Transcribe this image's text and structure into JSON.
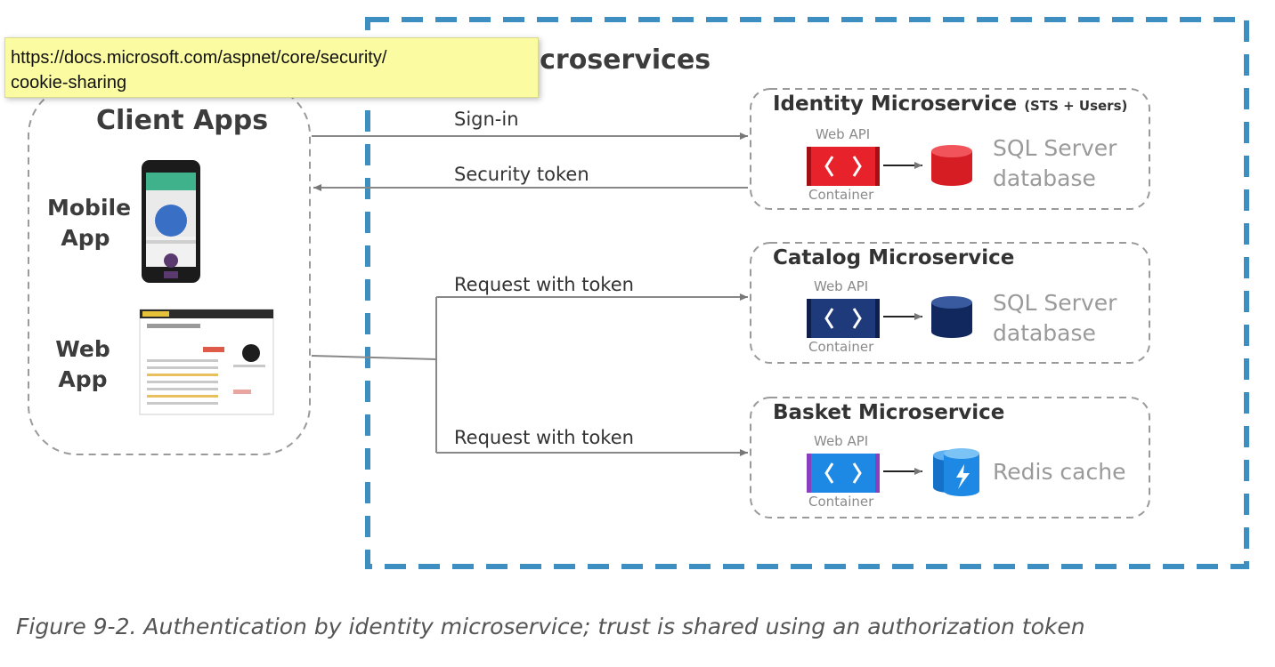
{
  "tooltip": {
    "text_line1": "https://docs.microsoft.com/aspnet/core/security/",
    "text_line2": "cookie-sharing"
  },
  "microservices_group": {
    "title_visible": "Microservices"
  },
  "client_apps": {
    "title": "Client Apps",
    "mobile_line1": "Mobile",
    "mobile_line2": "App",
    "web_line1": "Web",
    "web_line2": "App"
  },
  "arrows": {
    "sign_in": "Sign-in",
    "security_token": "Security token",
    "request_catalog": "Request with token",
    "request_basket": "Request with token"
  },
  "services": {
    "identity": {
      "title": "Identity Microservice",
      "subtitle": "(STS + Users)",
      "web_api": "Web API",
      "container": "Container",
      "db_line1": "SQL Server",
      "db_line2": "database",
      "accent": "#e8222b"
    },
    "catalog": {
      "title": "Catalog Microservice",
      "web_api": "Web API",
      "container": "Container",
      "db_line1": "SQL Server",
      "db_line2": "database",
      "accent": "#1f3a7a"
    },
    "basket": {
      "title": "Basket Microservice",
      "web_api": "Web API",
      "container": "Container",
      "db_line1": "Redis cache",
      "accent": "#1e88e5"
    }
  },
  "caption": "Figure 9-2. Authentication by identity microservice; trust is shared using an authorization token"
}
